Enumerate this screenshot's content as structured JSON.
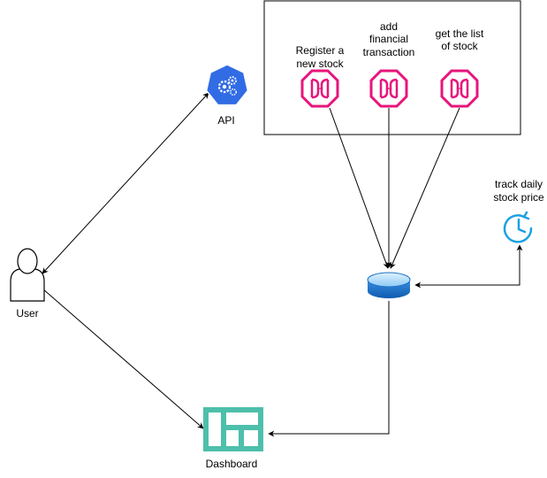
{
  "nodes": {
    "api": {
      "label": "API",
      "icon": "kubernetes-api-icon"
    },
    "user": {
      "label": "User",
      "icon": "user-actor-icon"
    },
    "dashboard": {
      "label": "Dashboard",
      "icon": "dashboard-icon"
    },
    "database": {
      "icon": "database-icon"
    },
    "track": {
      "label_line1": "track daily",
      "label_line2": "stock price",
      "icon": "clock-timer-icon"
    },
    "functions": [
      {
        "label_lines": [
          "Register a",
          "new stock"
        ],
        "icon": "lambda-function-icon"
      },
      {
        "label_lines": [
          "add",
          "financial",
          "transaction"
        ],
        "icon": "lambda-function-icon"
      },
      {
        "label_lines": [
          "get the list",
          "of stock"
        ],
        "icon": "lambda-function-icon"
      }
    ]
  },
  "colors": {
    "function_pink": "#E7157B",
    "api_blue": "#326CE5",
    "dashboard_teal": "#4DBFAB",
    "clock_blue": "#1BA1E2",
    "db_blue": "#1E73C8",
    "db_light": "#DFF2FF"
  }
}
